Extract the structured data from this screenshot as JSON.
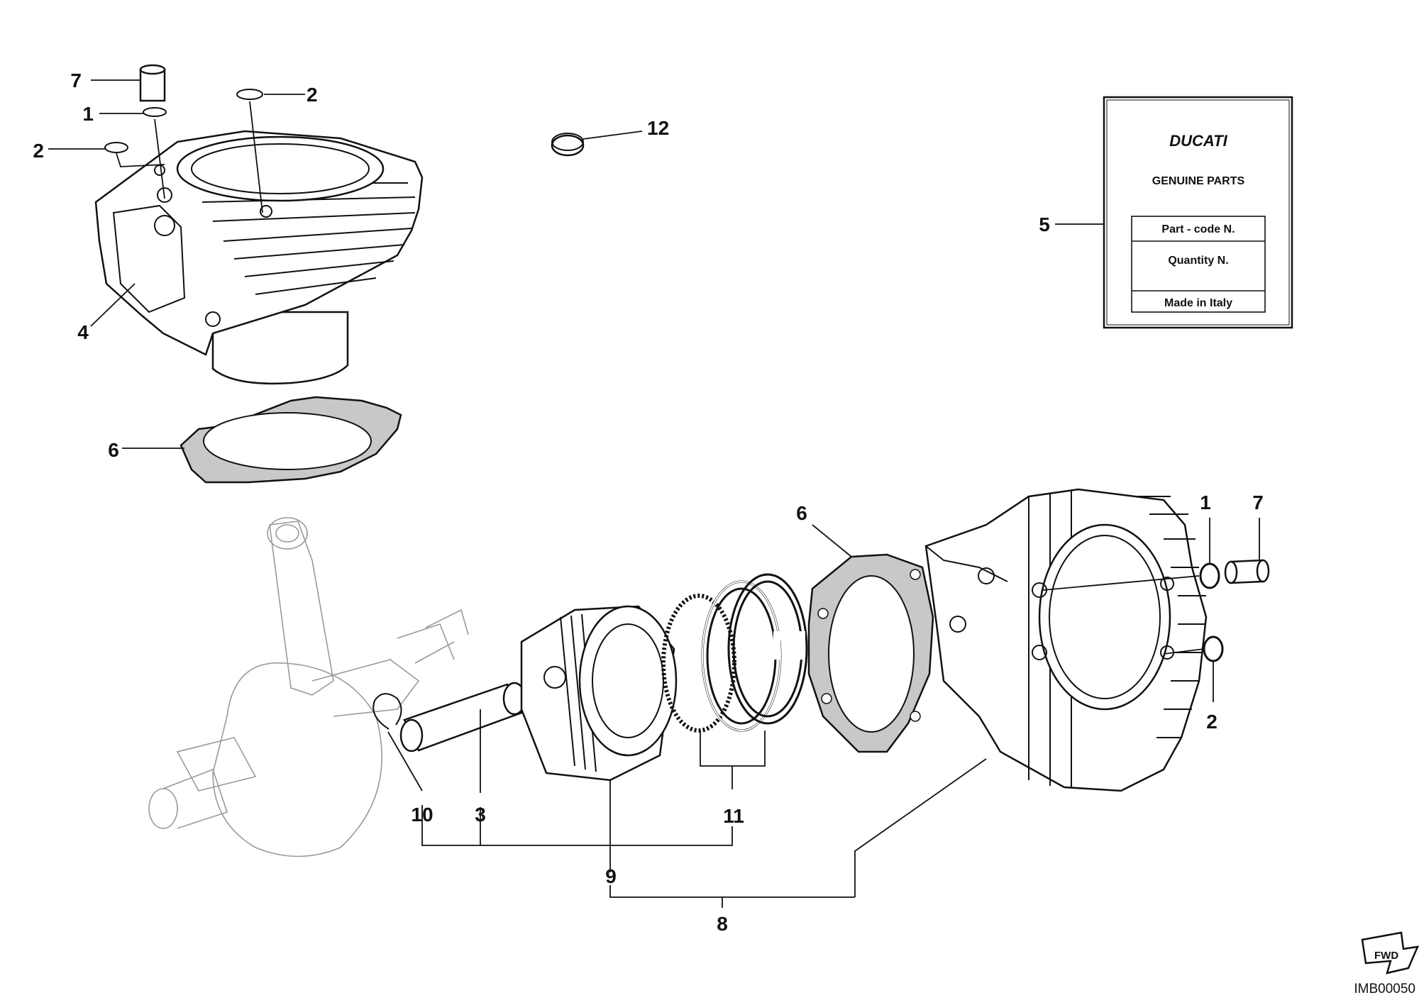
{
  "labels": {
    "top": {
      "l7": "7",
      "l1": "1",
      "l2a": "2",
      "l2b": "2",
      "l4": "4",
      "l6": "6",
      "l12": "12",
      "l5": "5"
    },
    "bottom": {
      "l6": "6",
      "l1": "1",
      "l7": "7",
      "l2": "2",
      "l10": "10",
      "l3": "3",
      "l11": "11",
      "l9": "9",
      "l8": "8"
    }
  },
  "tag": {
    "brand": "DUCATI",
    "subtitle": "GENUINE PARTS",
    "part_code": "Part - code N.",
    "quantity": "Quantity N.",
    "made_in": "Made in Italy"
  },
  "fwd": "FWD",
  "diagram_code": "IMB00050"
}
